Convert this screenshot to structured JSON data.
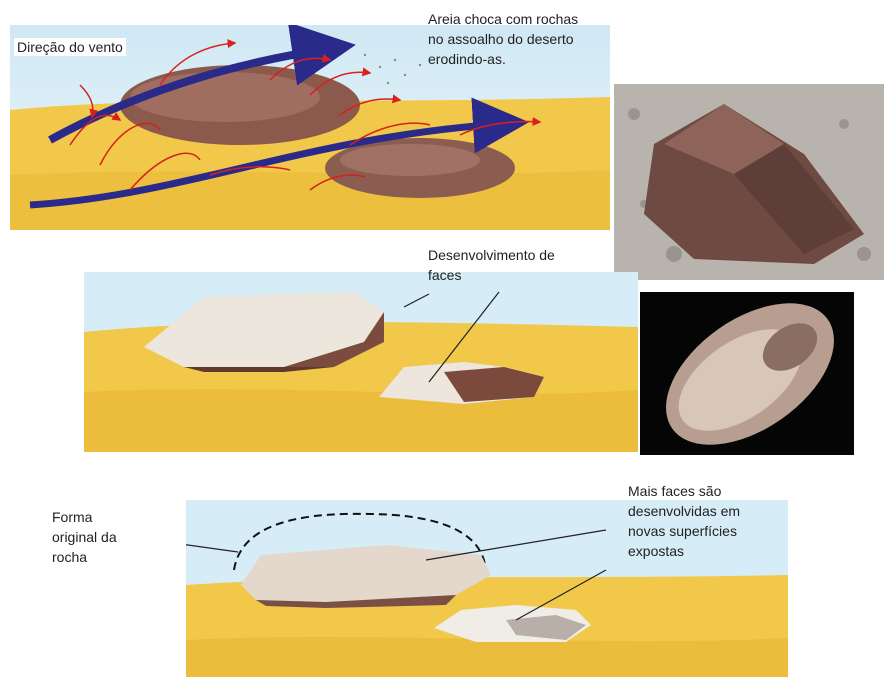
{
  "panel1": {
    "wind_label": "Direção do vento",
    "sand_label": [
      "Areia choca com rochas",
      "no assoalho do deserto",
      "erodindo-as."
    ]
  },
  "panel2": {
    "faces_label": [
      "Desenvolvimento de",
      "faces"
    ]
  },
  "panel3": {
    "original_label": [
      "Forma",
      "original da",
      "rocha"
    ],
    "more_faces_label": [
      "Mais faces são",
      "desenvolvidas em",
      "novas superfícies",
      "expostas"
    ]
  },
  "colors": {
    "sky": "#d9eef7",
    "sand": "#f2c84a",
    "sand_dark": "#e2ad28",
    "wind_arrow": "#2a2a8a",
    "sand_arrow": "#d8201c",
    "rock": "#8c5a4c",
    "face": "#ece6dc"
  }
}
